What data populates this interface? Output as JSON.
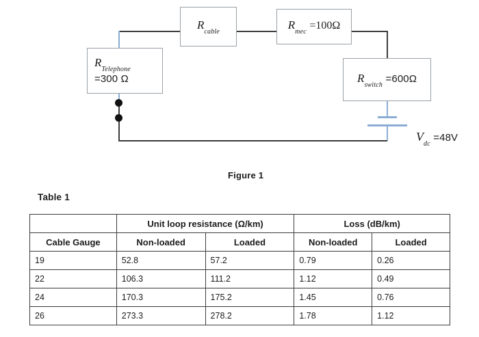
{
  "figure": {
    "caption": "Figure 1",
    "components": {
      "r_cable": {
        "symbol": "R",
        "subscript": "cable",
        "value": ""
      },
      "r_mec": {
        "symbol": "R",
        "subscript": "mec",
        "value": "=100Ω"
      },
      "r_switch": {
        "symbol": "R",
        "subscript": "switch",
        "value": "=600Ω"
      },
      "r_telephone": {
        "symbol": "R",
        "subscript": "Telephone",
        "value": "=300 Ω"
      },
      "v_dc": {
        "symbol": "V",
        "subscript": "dc",
        "value": "=48V"
      }
    },
    "wire_color": "#3b3b3b",
    "accent_color": "#8aadd4"
  },
  "table": {
    "label": "Table 1",
    "group_headers": {
      "blank": "",
      "resistance": "Unit loop resistance (Ω/km)",
      "loss": "Loss (dB/km)"
    },
    "column_headers": [
      "Cable Gauge",
      "Non-loaded",
      "Loaded",
      "Non-loaded",
      "Loaded"
    ],
    "rows": [
      {
        "gauge": "19",
        "r_nonloaded": "52.8",
        "r_loaded": "57.2",
        "l_nonloaded": "0.79",
        "l_loaded": "0.26"
      },
      {
        "gauge": "22",
        "r_nonloaded": "106.3",
        "r_loaded": "111.2",
        "l_nonloaded": "1.12",
        "l_loaded": "0.49"
      },
      {
        "gauge": "24",
        "r_nonloaded": "170.3",
        "r_loaded": "175.2",
        "l_nonloaded": "1.45",
        "l_loaded": "0.76"
      },
      {
        "gauge": "26",
        "r_nonloaded": "273.3",
        "r_loaded": "278.2",
        "l_nonloaded": "1.78",
        "l_loaded": "1.12"
      }
    ]
  }
}
